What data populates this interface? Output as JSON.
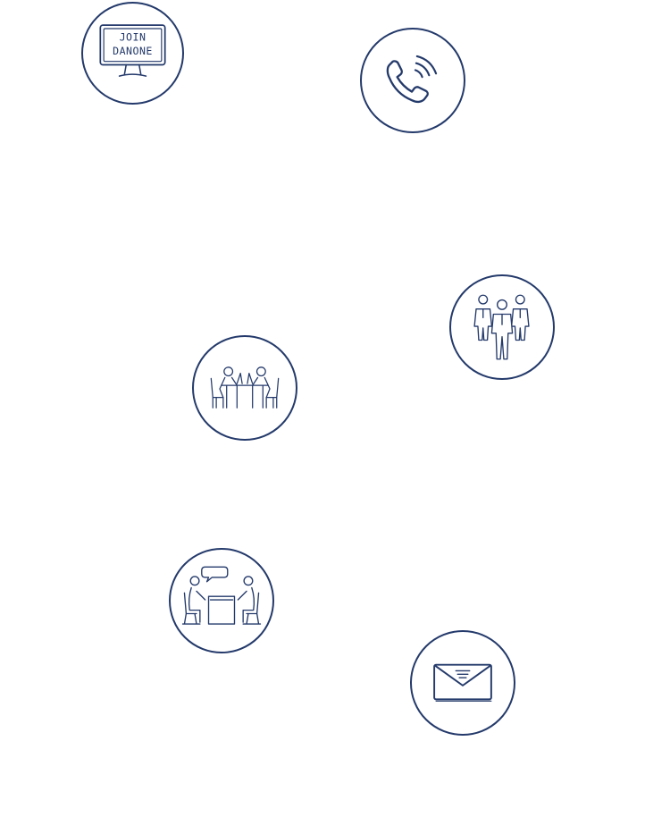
{
  "colors": {
    "ink": "#243a6b",
    "background": "#ffffff"
  },
  "steps": [
    {
      "id": "join",
      "icon": "join-danone-monitor-icon",
      "screen_line1": "JOIN",
      "screen_line2": "DANONE"
    },
    {
      "id": "phone",
      "icon": "phone-call-icon"
    },
    {
      "id": "team",
      "icon": "three-people-team-icon"
    },
    {
      "id": "group",
      "icon": "group-meeting-table-icon"
    },
    {
      "id": "meeting",
      "icon": "one-on-one-interview-icon"
    },
    {
      "id": "mail",
      "icon": "envelope-mail-icon"
    }
  ]
}
